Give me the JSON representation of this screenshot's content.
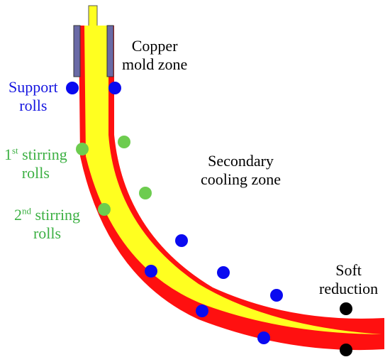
{
  "colors": {
    "strand_shell": "#ff1010",
    "strand_core": "#ffff20",
    "strand_top_stub": "#ffff20",
    "mold_plate": "#6a6aa6",
    "support_rolls": "#0a0af0",
    "stirring_rolls": "#6dcc4f",
    "soft_reduction_rolls": "#000000",
    "label_black": "#000000",
    "label_blue": "#1515e0",
    "label_green": "#3cb043"
  },
  "labels": {
    "copper_mold": [
      "Copper",
      "mold zone"
    ],
    "support_rolls": [
      "Support",
      "rolls"
    ],
    "first_stirring": {
      "ordinal_number": "1",
      "ordinal_suffix": "st",
      "rest": " stirring",
      "line2": "rolls"
    },
    "second_stirring": {
      "ordinal_number": "2",
      "ordinal_suffix": "nd",
      "rest": " stirring",
      "line2": "rolls"
    },
    "secondary_cooling": [
      "Secondary",
      "cooling zone"
    ],
    "soft_reduction": [
      "Soft",
      "reduction"
    ]
  }
}
